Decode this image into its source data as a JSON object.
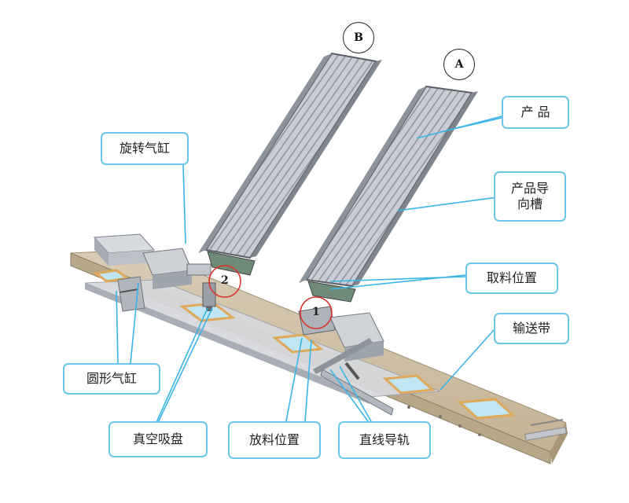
{
  "callouts": {
    "product": "产 品",
    "product_guide": "产品导\n向槽",
    "pick_position": "取料位置",
    "conveyor": "输送带",
    "rotary_cylinder": "旋转气缸",
    "round_cylinder": "圆形气缸",
    "vacuum_cup": "真空吸盘",
    "place_position": "放料位置",
    "linear_guide": "直线导轨"
  },
  "markers": {
    "a": "A",
    "b": "B"
  },
  "positions": {
    "one": "1",
    "two": "2"
  },
  "colors": {
    "callout_border": "#6cc6ea",
    "leader_line": "#3bb5e8",
    "circle_highlight": "#d9342b",
    "belt": "#c8b79e",
    "tray_fill": "#bfe6f2",
    "tray_border": "#e0a85a",
    "metal": "#b7bcc4"
  }
}
